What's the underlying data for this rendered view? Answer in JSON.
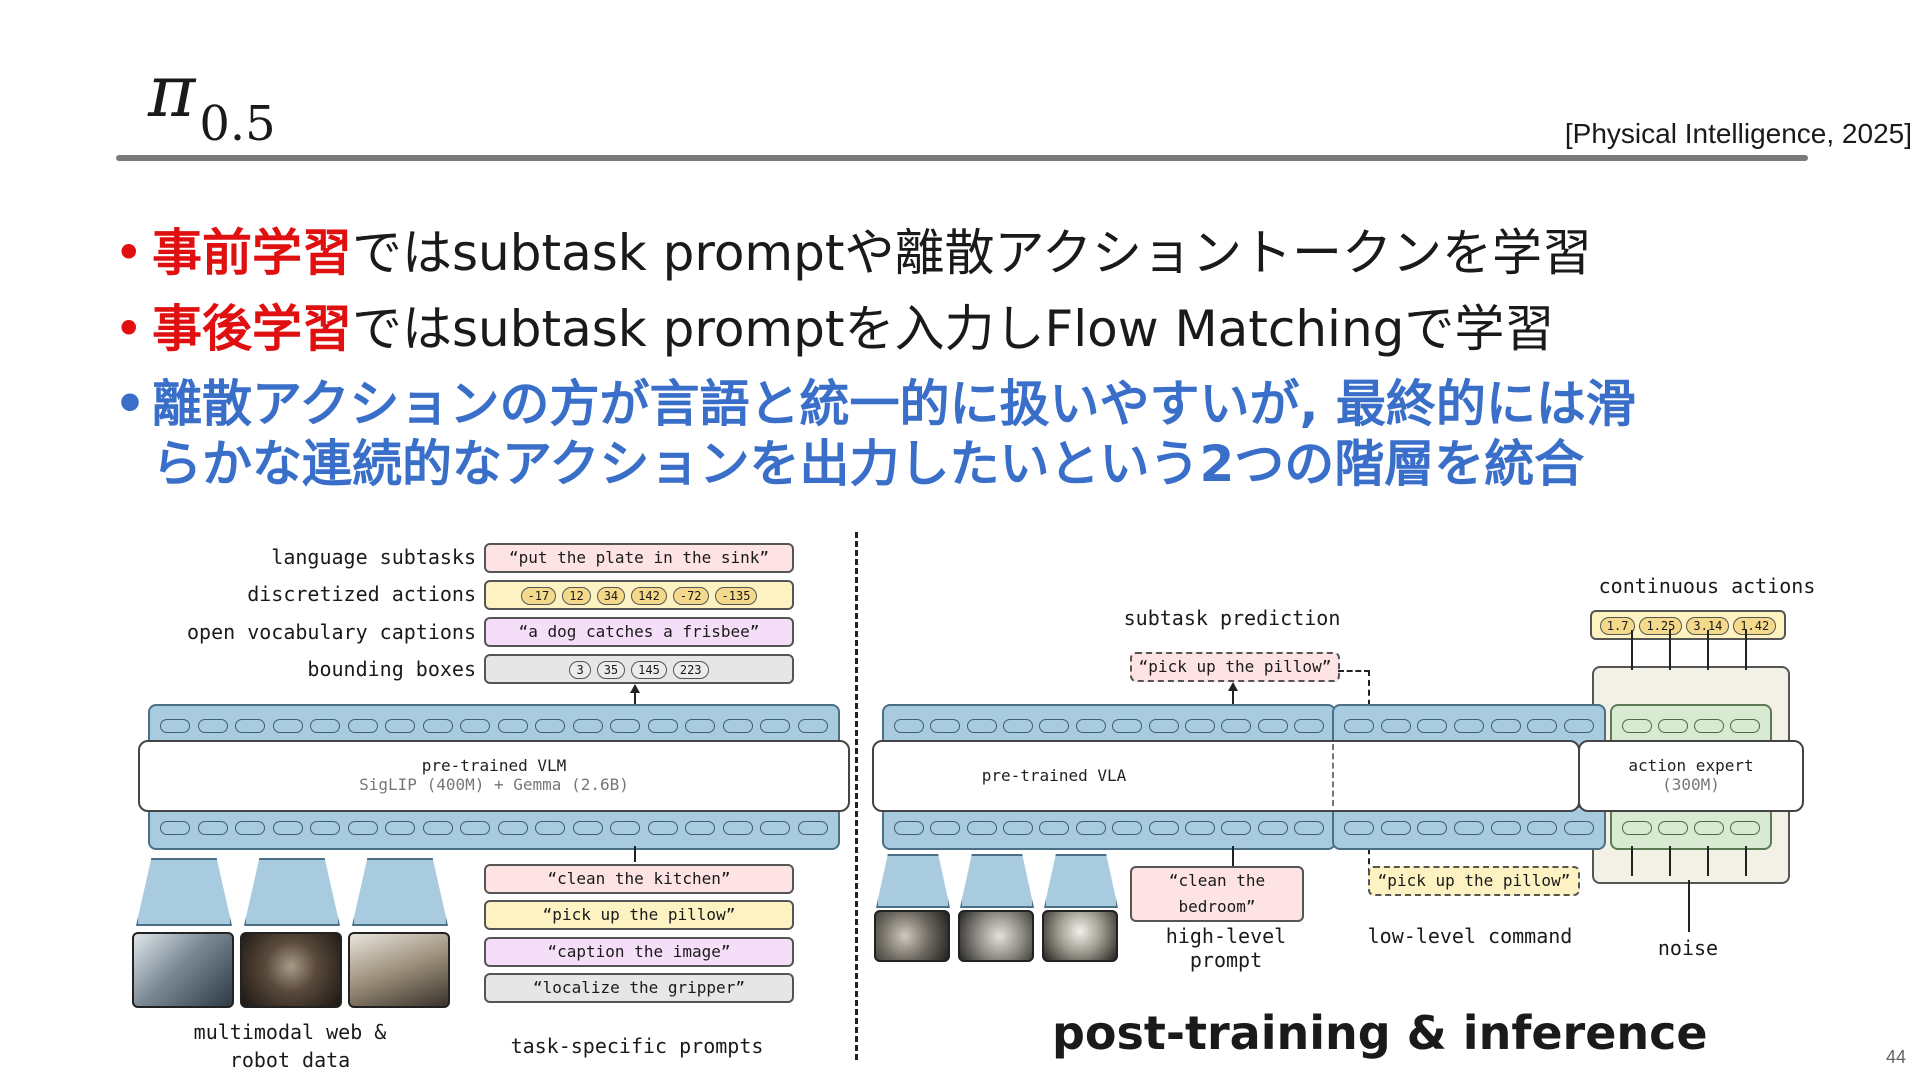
{
  "title": {
    "symbol": "π",
    "subscript": "0.5"
  },
  "citation": "[Physical Intelligence, 2025]",
  "bullets": [
    {
      "highlight": "事前学習",
      "rest": "ではsubtask promptや離散アクショントークンを学習"
    },
    {
      "highlight": "事後学習",
      "rest": "ではsubtask promptを入力しFlow Matchingで学習"
    },
    {
      "line1": "離散アクションの方が言語と統一的に扱いやすいが, 最終的には滑",
      "line2": "らかな連続的なアクションを出力したいという2つの階層を統合"
    }
  ],
  "left_diagram": {
    "output_labels": [
      "language subtasks",
      "discretized actions",
      "open vocabulary captions",
      "bounding boxes"
    ],
    "language_subtask": "“put the plate in the sink”",
    "discretized_tokens": [
      "-17",
      "12",
      "34",
      "142",
      "-72",
      "-135"
    ],
    "caption_output": "“a dog catches a frisbee”",
    "bbox_tokens": [
      "3",
      "35",
      "145",
      "223"
    ],
    "vlm_title": "pre-trained VLM",
    "vlm_subtitle": "SigLIP (400M) + Gemma (2.6B)",
    "prompts": [
      "“clean the kitchen”",
      "“pick up the pillow”",
      "“caption the image”",
      "“localize the gripper”"
    ],
    "data_caption": "multimodal web & robot data",
    "prompts_caption": "task-specific prompts"
  },
  "right_diagram": {
    "subtask_label": "subtask prediction",
    "subtask_output": "“pick up the pillow”",
    "vla_title": "pre-trained VLA",
    "action_expert_title": "action expert",
    "action_expert_size": "(300M)",
    "continuous_label": "continuous actions",
    "continuous_tokens": [
      "1.7",
      "1.25",
      "3.14",
      "1.42"
    ],
    "high_prompt": "“clean the bedroom”",
    "low_command": "“pick up the pillow”",
    "high_label": "high-level prompt",
    "low_label": "low-level command",
    "noise_label": "noise",
    "section_title": "post-training & inference"
  },
  "page_number": "44",
  "colors": {
    "red": "#e01010",
    "blue": "#3a6fc9",
    "vlm_band": "#a9cbe0",
    "subtask_pink": "#fde3e3",
    "action_yellow": "#fdf3c2",
    "caption_purple": "#f5def7",
    "bbox_gray": "#e6e6e6",
    "expert_green": "#d9ead3"
  }
}
